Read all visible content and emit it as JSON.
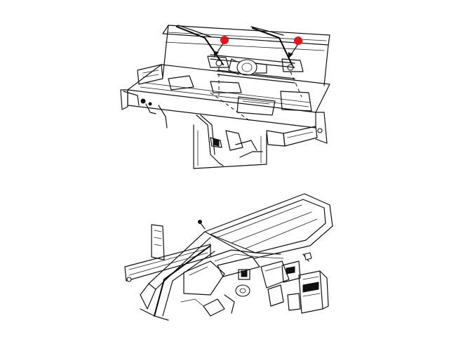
{
  "figure": {
    "upper_view": "wiper-linkage-view",
    "lower_view": "hood-cowl-view"
  },
  "callouts": {
    "color": "#e8141c",
    "markers": [
      {
        "name": "callout-left-wiper-pivot"
      },
      {
        "name": "callout-right-wiper-pivot"
      }
    ]
  }
}
